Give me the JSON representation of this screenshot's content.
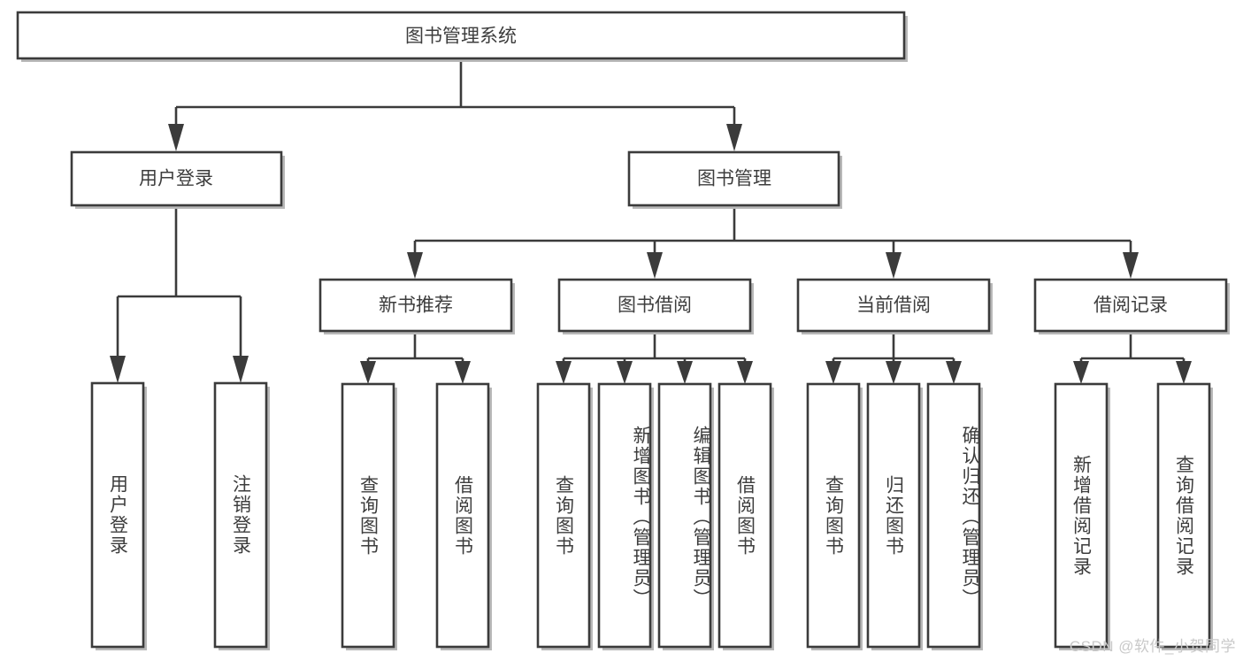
{
  "diagram": {
    "type": "tree-hierarchy-chart",
    "title": "图书管理系统",
    "watermark": "CSDN @软件_小贺同学",
    "colors": {
      "box_stroke": "#3b3b3b",
      "box_fill": "#ffffff",
      "text": "#3d3d3d",
      "shadow": "#b8b8b8",
      "watermark": "#c9c9c9",
      "background": "#ffffff"
    },
    "levels": {
      "root": {
        "label": "图书管理系统",
        "orientation": "horizontal"
      },
      "level2": [
        {
          "label": "用户登录",
          "orientation": "horizontal"
        },
        {
          "label": "图书管理",
          "orientation": "horizontal"
        }
      ],
      "level3": [
        {
          "label": "新书推荐",
          "orientation": "horizontal"
        },
        {
          "label": "图书借阅",
          "orientation": "horizontal"
        },
        {
          "label": "当前借阅",
          "orientation": "horizontal"
        },
        {
          "label": "借阅记录",
          "orientation": "horizontal"
        }
      ],
      "leaves": {
        "user_login": [
          {
            "label": "用户登录",
            "orientation": "vertical"
          },
          {
            "label": "注销登录",
            "orientation": "vertical"
          }
        ],
        "new_book_recommend": [
          {
            "label": "查询图书",
            "orientation": "vertical"
          },
          {
            "label": "借阅图书",
            "orientation": "vertical"
          }
        ],
        "book_borrow": [
          {
            "label": "查询图书",
            "orientation": "vertical"
          },
          {
            "label": "新增图书（管理员）",
            "orientation": "vertical"
          },
          {
            "label": "编辑图书（管理员）",
            "orientation": "vertical"
          },
          {
            "label": "借阅图书",
            "orientation": "vertical"
          }
        ],
        "current_borrow": [
          {
            "label": "查询图书",
            "orientation": "vertical"
          },
          {
            "label": "归还图书",
            "orientation": "vertical"
          },
          {
            "label": "确认归还（管理员）",
            "orientation": "vertical"
          }
        ],
        "borrow_record": [
          {
            "label": "新增借阅记录",
            "orientation": "vertical"
          },
          {
            "label": "查询借阅记录",
            "orientation": "vertical"
          }
        ]
      }
    }
  }
}
